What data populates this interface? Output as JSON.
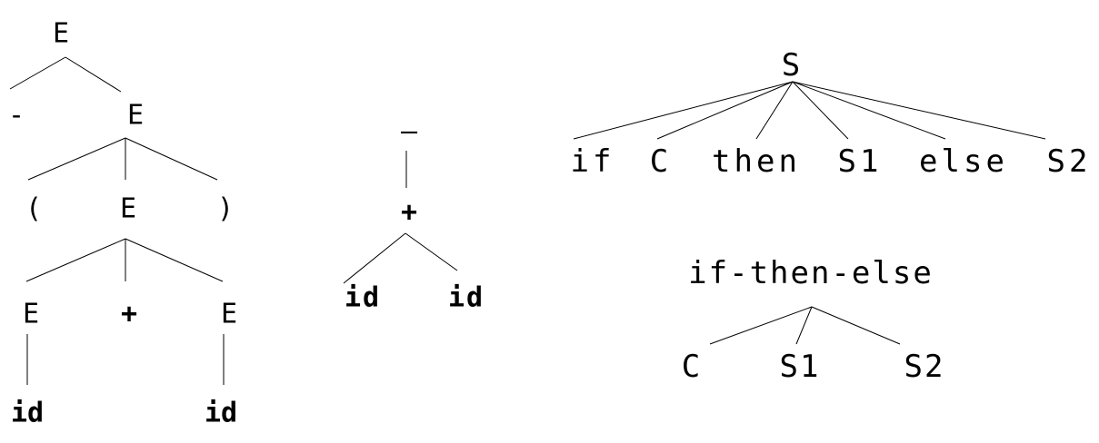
{
  "trees": [
    {
      "id": "parse-tree-unary",
      "nodes": [
        {
          "id": "p0",
          "label": "E"
        },
        {
          "id": "p1",
          "label": "-"
        },
        {
          "id": "p2",
          "label": "E"
        },
        {
          "id": "p3",
          "label": "("
        },
        {
          "id": "p4",
          "label": "E"
        },
        {
          "id": "p5",
          "label": ")"
        },
        {
          "id": "p6",
          "label": "E"
        },
        {
          "id": "p7",
          "label": "+"
        },
        {
          "id": "p8",
          "label": "E"
        },
        {
          "id": "p9",
          "label": "id"
        },
        {
          "id": "p10",
          "label": "id"
        }
      ],
      "edges": [
        [
          "p0",
          "p1"
        ],
        [
          "p0",
          "p2"
        ],
        [
          "p2",
          "p3"
        ],
        [
          "p2",
          "p4"
        ],
        [
          "p2",
          "p5"
        ],
        [
          "p4",
          "p6"
        ],
        [
          "p4",
          "p7"
        ],
        [
          "p4",
          "p8"
        ],
        [
          "p6",
          "p9"
        ],
        [
          "p8",
          "p10"
        ]
      ]
    },
    {
      "id": "syntax-tree-unary",
      "nodes": [
        {
          "id": "s0",
          "label": "–"
        },
        {
          "id": "s1",
          "label": "+"
        },
        {
          "id": "s2",
          "label": "id"
        },
        {
          "id": "s3",
          "label": "id"
        }
      ],
      "edges": [
        [
          "s0",
          "s1"
        ],
        [
          "s1",
          "s2"
        ],
        [
          "s1",
          "s3"
        ]
      ]
    },
    {
      "id": "parse-tree-if",
      "nodes": [
        {
          "id": "i0",
          "label": "S"
        },
        {
          "id": "i1",
          "label": "if"
        },
        {
          "id": "i2",
          "label": "C"
        },
        {
          "id": "i3",
          "label": "then"
        },
        {
          "id": "i4",
          "label": "S1"
        },
        {
          "id": "i5",
          "label": "else"
        },
        {
          "id": "i6",
          "label": "S2"
        }
      ],
      "edges": [
        [
          "i0",
          "i1"
        ],
        [
          "i0",
          "i2"
        ],
        [
          "i0",
          "i3"
        ],
        [
          "i0",
          "i4"
        ],
        [
          "i0",
          "i5"
        ],
        [
          "i0",
          "i6"
        ]
      ]
    },
    {
      "id": "syntax-tree-if",
      "nodes": [
        {
          "id": "t0",
          "label": "if-then-else"
        },
        {
          "id": "t1",
          "label": "C"
        },
        {
          "id": "t2",
          "label": "S1"
        },
        {
          "id": "t3",
          "label": "S2"
        }
      ],
      "edges": [
        [
          "t0",
          "t1"
        ],
        [
          "t0",
          "t2"
        ],
        [
          "t0",
          "t3"
        ]
      ]
    }
  ]
}
